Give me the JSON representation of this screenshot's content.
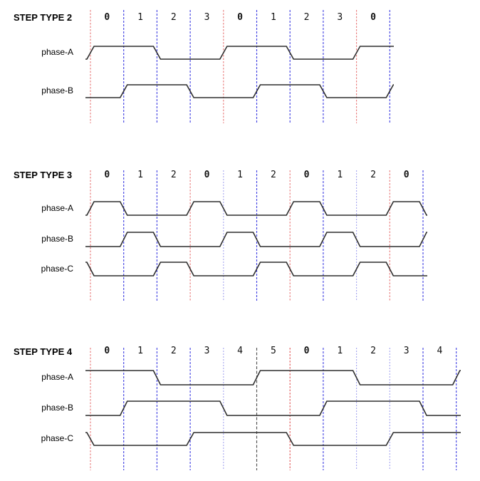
{
  "diagram": {
    "kind": "stepper-motor-phase-timing",
    "colors": {
      "background": "#ffffff",
      "waveform": "#2f2f2f",
      "text": "#000000",
      "red": "#e87878",
      "red_strong": "#e05252",
      "blue": "#3d3de2",
      "lightblue": "#a5a5ef",
      "black": "#4d4d4d"
    },
    "sections": [
      {
        "title": "STEP TYPE 2",
        "columns": [
          {
            "label": "0",
            "bold": true
          },
          {
            "label": "1",
            "bold": false
          },
          {
            "label": "2",
            "bold": false
          },
          {
            "label": "3",
            "bold": false
          },
          {
            "label": "0",
            "bold": true
          },
          {
            "label": "1",
            "bold": false
          },
          {
            "label": "2",
            "bold": false
          },
          {
            "label": "3",
            "bold": false
          },
          {
            "label": "0",
            "bold": true
          }
        ],
        "boundary_colors": [
          "red",
          "blue",
          "blue",
          "blue",
          "red",
          "blue",
          "blue",
          "blue",
          "red",
          "blue"
        ],
        "phases": [
          {
            "label": "phase-A",
            "pre": 0,
            "levels": [
              1,
              1,
              0,
              0,
              1,
              1,
              0,
              0,
              1
            ],
            "post": 1
          },
          {
            "label": "phase-B",
            "pre": 0,
            "levels": [
              0,
              1,
              1,
              0,
              0,
              1,
              1,
              0,
              0
            ],
            "post": 1
          }
        ]
      },
      {
        "title": "STEP TYPE 3",
        "columns": [
          {
            "label": "0",
            "bold": true
          },
          {
            "label": "1",
            "bold": false
          },
          {
            "label": "2",
            "bold": false
          },
          {
            "label": "0",
            "bold": true
          },
          {
            "label": "1",
            "bold": false
          },
          {
            "label": "2",
            "bold": false
          },
          {
            "label": "0",
            "bold": true
          },
          {
            "label": "1",
            "bold": false
          },
          {
            "label": "2",
            "bold": false
          },
          {
            "label": "0",
            "bold": true
          }
        ],
        "boundary_colors": [
          "red",
          "blue",
          "blue",
          "red",
          "lightblue",
          "blue",
          "red",
          "blue",
          "lightblue",
          "red",
          "blue"
        ],
        "phases": [
          {
            "label": "phase-A",
            "pre": 0,
            "levels": [
              1,
              0,
              0,
              1,
              0,
              0,
              1,
              0,
              0,
              1
            ],
            "post": 0
          },
          {
            "label": "phase-B",
            "pre": 0,
            "levels": [
              0,
              1,
              0,
              0,
              1,
              0,
              0,
              1,
              0,
              0
            ],
            "post": 1
          },
          {
            "label": "phase-C",
            "pre": 1,
            "levels": [
              0,
              0,
              1,
              0,
              0,
              1,
              0,
              0,
              1,
              0
            ],
            "post": 0
          }
        ]
      },
      {
        "title": "STEP TYPE 4",
        "columns": [
          {
            "label": "0",
            "bold": true
          },
          {
            "label": "1",
            "bold": false
          },
          {
            "label": "2",
            "bold": false
          },
          {
            "label": "3",
            "bold": false
          },
          {
            "label": "4",
            "bold": false
          },
          {
            "label": "5",
            "bold": false
          },
          {
            "label": "0",
            "bold": true
          },
          {
            "label": "1",
            "bold": false
          },
          {
            "label": "2",
            "bold": false
          },
          {
            "label": "3",
            "bold": false
          },
          {
            "label": "4",
            "bold": false
          }
        ],
        "boundary_colors": [
          "red",
          "blue",
          "blue",
          "blue",
          "lightblue",
          "black",
          "red_strong",
          "blue",
          "lightblue",
          "lightblue",
          "blue",
          "blue"
        ],
        "phases": [
          {
            "label": "phase-A",
            "pre": 1,
            "levels": [
              1,
              1,
              0,
              0,
              0,
              1,
              1,
              1,
              0,
              0,
              0
            ],
            "post": 1
          },
          {
            "label": "phase-B",
            "pre": 0,
            "levels": [
              0,
              1,
              1,
              1,
              0,
              0,
              0,
              1,
              1,
              1,
              0
            ],
            "post": 0
          },
          {
            "label": "phase-C",
            "pre": 1,
            "levels": [
              0,
              0,
              0,
              1,
              1,
              1,
              0,
              0,
              0,
              1,
              1
            ],
            "post": 1
          }
        ]
      }
    ]
  }
}
